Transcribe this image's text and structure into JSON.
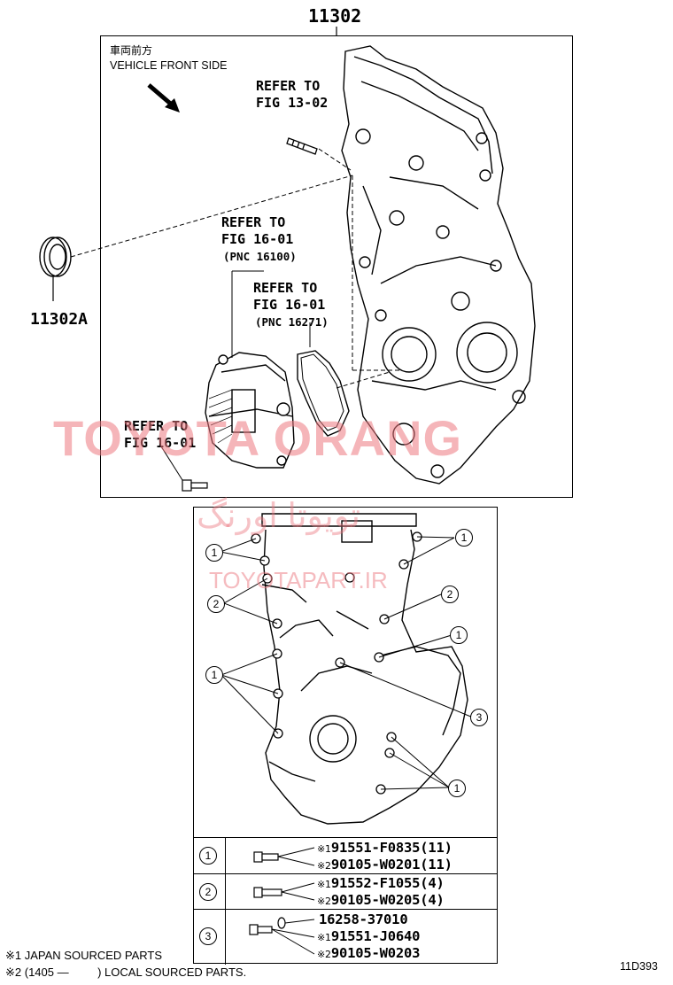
{
  "main_part_number": "11302",
  "seal_part_number": "11302A",
  "orientation": {
    "japanese": "車両前方",
    "english": "VEHICLE FRONT SIDE"
  },
  "refer_1": {
    "line1": "REFER TO",
    "line2": "FIG 13-02"
  },
  "refer_2": {
    "line1": "REFER TO",
    "line2": "FIG 16-01",
    "pnc": "(PNC 16100)"
  },
  "refer_3": {
    "line1": "REFER TO",
    "line2": "FIG 16-01",
    "pnc": "(PNC 16271)"
  },
  "refer_4": {
    "line1": "REFER TO",
    "line2": "FIG 16-01"
  },
  "watermark": {
    "main": "TOYOTA ORANG",
    "persian": "تویوتا اورنگ",
    "site": "TOYOTAPART.IR"
  },
  "callouts": {
    "c1": "1",
    "c2": "2",
    "c3": "3"
  },
  "legend": [
    {
      "key": "1",
      "lines": [
        {
          "mark": "※1",
          "part": "91551-F0835(11)"
        },
        {
          "mark": "※2",
          "part": "90105-W0201(11)"
        }
      ]
    },
    {
      "key": "2",
      "lines": [
        {
          "mark": "※1",
          "part": "91552-F1055(4)"
        },
        {
          "mark": "※2",
          "part": "90105-W0205(4)"
        }
      ]
    },
    {
      "key": "3",
      "lines": [
        {
          "mark": "",
          "part": "16258-37010"
        },
        {
          "mark": "※1",
          "part": "91551-J0640"
        },
        {
          "mark": "※2",
          "part": "90105-W0203"
        }
      ]
    }
  ],
  "footnotes": {
    "note1": "※1 JAPAN SOURCED PARTS",
    "note2": "※2 (1405 —         ) LOCAL SOURCED PARTS."
  },
  "figure_code": "11D393"
}
